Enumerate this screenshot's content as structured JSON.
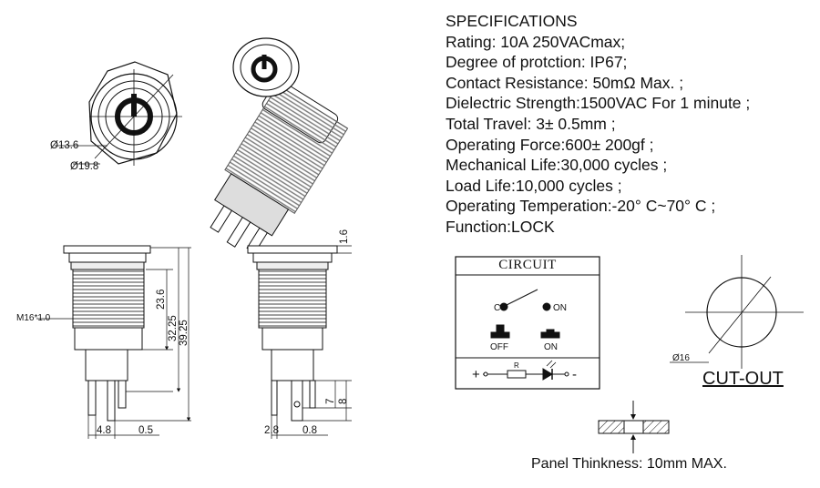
{
  "specifications": {
    "heading": "SPECIFICATIONS",
    "lines": [
      "Rating: 10A    250VACmax;",
      "Degree of protction:  IP67;",
      "Contact Resistance: 50mΩ Max. ;",
      "Dielectric Strength:1500VAC For 1 minute ;",
      "Total Travel: 3± 0.5mm ;",
      "Operating Force:600± 200gf ;",
      "Mechanical Life:30,000 cycles ;",
      "Load Life:10,000 cycles ;",
      "Operating Temperation:-20° C~70° C ;",
      "Function:LOCK"
    ]
  },
  "front_view": {
    "dia_inner": "Ø13.6",
    "dia_outer": "Ø19.8"
  },
  "side_view_left": {
    "thread": "M16*1.0",
    "dim_23_6": "23.6",
    "dim_32_25": "32.25",
    "dim_39_25": "39.25",
    "dim_4_8": "4.8",
    "dim_0_5": "0.5"
  },
  "side_view_right": {
    "dim_1_6": "1.6",
    "dim_7": "7",
    "dim_8": "8",
    "dim_2_8": "2.8",
    "dim_0_8": "0.8"
  },
  "circuit": {
    "title": "CIRCUIT",
    "c_label": "C",
    "on_label": "ON",
    "off_label": "OFF",
    "on_label_2": "ON",
    "plus": "+",
    "minus": "-",
    "resistor": "R"
  },
  "cutout": {
    "dia": "Ø16",
    "label": "CUT-OUT"
  },
  "panel": {
    "note": "Panel Thinkness: 10mm MAX."
  }
}
